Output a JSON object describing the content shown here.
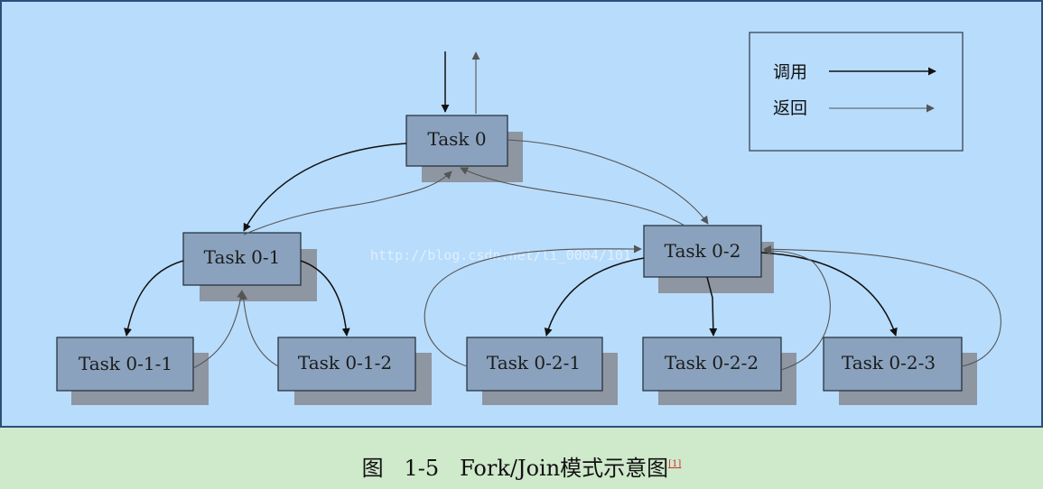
{
  "diagram": {
    "nodes": {
      "task0": "Task 0",
      "task01": "Task 0-1",
      "task02": "Task 0-2",
      "task011": "Task 0-1-1",
      "task012": "Task 0-1-2",
      "task021": "Task 0-2-1",
      "task022": "Task 0-2-2",
      "task023": "Task 0-2-3"
    },
    "legend": {
      "call_label": "调用",
      "return_label": "返回"
    },
    "watermark": "http://blog.csdn.net/li_0004/101"
  },
  "caption": {
    "text": "图   1-5   Fork/Join模式示意图",
    "footnote": "[1]"
  },
  "colors": {
    "panel_bg": "#b8dcfc",
    "node_fill": "#8aa2bd",
    "node_shadow": "#8e96a2",
    "caption_bg": "#cfe9cb"
  }
}
